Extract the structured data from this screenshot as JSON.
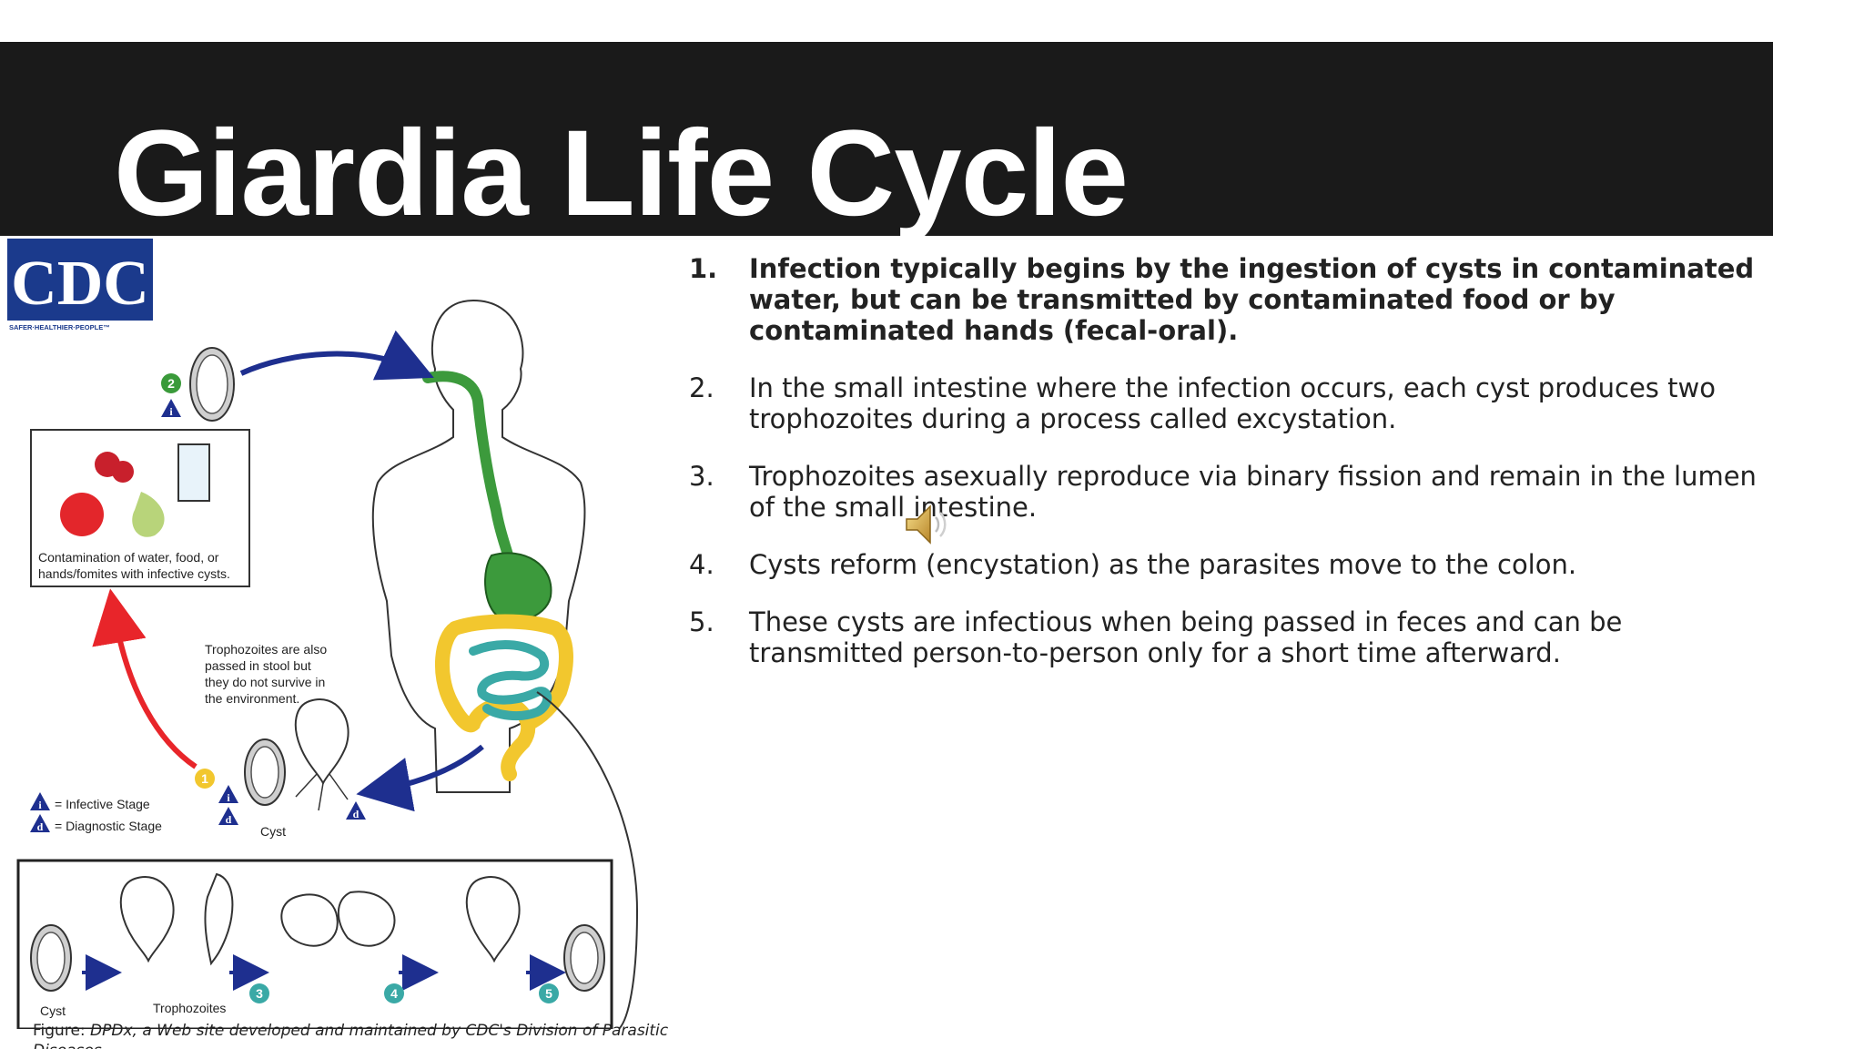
{
  "slide": {
    "title": "Giardia Life Cycle"
  },
  "logo": {
    "text": "CDC",
    "tagline": "SAFER·HEALTHIER·PEOPLE™"
  },
  "steps": [
    {
      "number": "1.",
      "text": "Infection typically begins by the ingestion of cysts in contaminated water, but can be transmitted by contaminated food or by contaminated hands (fecal-oral)."
    },
    {
      "number": "2.",
      "text": "In the small intestine where the infection occurs, each cyst produces two trophozoites during a process called excystation."
    },
    {
      "number": "3.",
      "text": "Trophozoites asexually reproduce via binary fission and remain in the lumen of the small intestine."
    },
    {
      "number": "4.",
      "text": "Cysts reform (encystation) as the parasites move to the colon."
    },
    {
      "number": "5.",
      "text": "These cysts are infectious when being passed in feces and can be transmitted person-to-person only for a short time afterward."
    }
  ],
  "figure": {
    "contamination_caption_1": "Contamination of water, food, or",
    "contamination_caption_2": "hands/fomites with infective cysts.",
    "tropho_note_1": "Trophozoites are also",
    "tropho_note_2": "passed in stool but",
    "tropho_note_3": "they do not survive in",
    "tropho_note_4": "the environment.",
    "legend_infective": "= Infective Stage",
    "legend_diagnostic": "= Diagnostic Stage",
    "cyst_label": "Cyst",
    "cyst_label_bottom": "Cyst",
    "trophozoites_label": "Trophozoites",
    "stage_i": "i",
    "stage_d": "d",
    "step_1": "1",
    "step_2": "2",
    "step_3": "3",
    "step_4": "4",
    "step_5": "5"
  },
  "caption": {
    "prefix": "Figure: ",
    "source": "DPDx, a Web site developed and maintained by CDC's Division of Parasitic Diseases"
  },
  "icons": {
    "audio": "speaker-icon"
  },
  "colors": {
    "title_bar": "#1a1a1a",
    "arrow_blue": "#1e2f8f",
    "arrow_red": "#e8252a",
    "gut_green": "#3c9a3c",
    "colon_yellow": "#f2c72e",
    "intestine_teal": "#3aa9a6"
  }
}
